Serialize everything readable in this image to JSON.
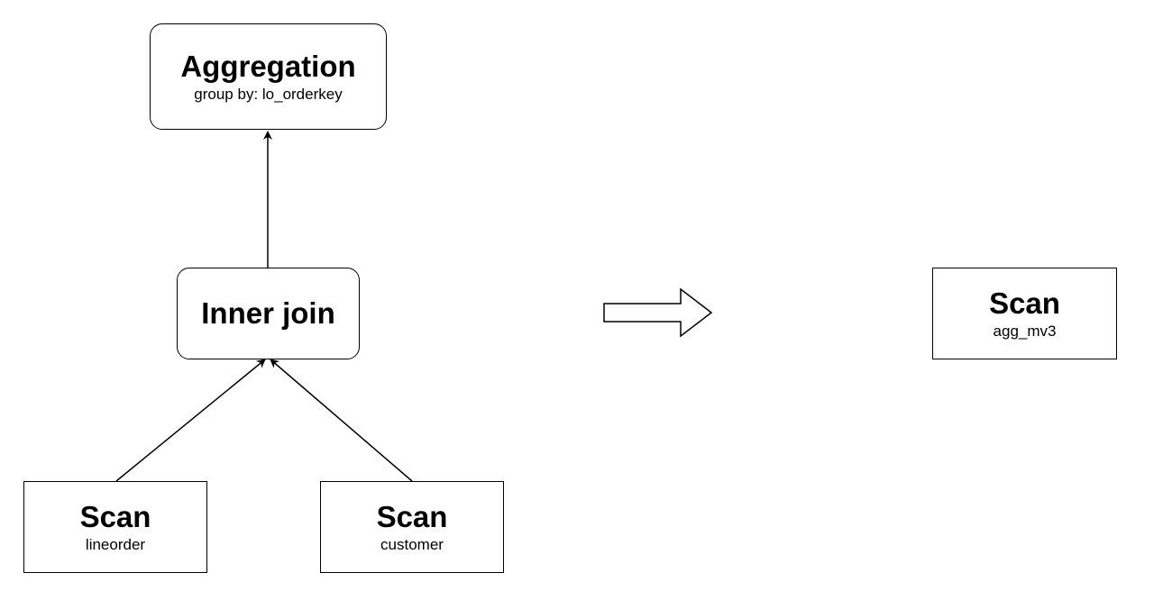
{
  "plan_before": {
    "aggregation": {
      "title": "Aggregation",
      "detail": "group by: lo_orderkey"
    },
    "join": {
      "title": "Inner join"
    },
    "scan_left": {
      "title": "Scan",
      "detail": "lineorder"
    },
    "scan_right": {
      "title": "Scan",
      "detail": "customer"
    }
  },
  "plan_after": {
    "scan": {
      "title": "Scan",
      "detail": "agg_mv3"
    }
  },
  "transform_arrow": {
    "icon": "right-outline-arrow-icon"
  },
  "colors": {
    "stroke": "#000000",
    "fill": "#ffffff"
  }
}
